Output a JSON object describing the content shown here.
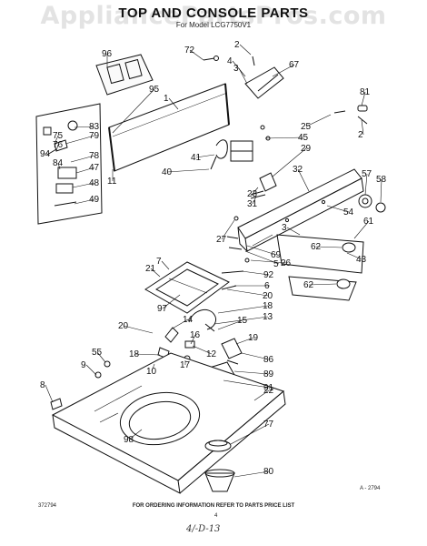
{
  "header": {
    "watermark": "AppliancePartsPros.com",
    "title": "TOP AND CONSOLE PARTS",
    "subtitle": "For Model LCG7750V1"
  },
  "footer": {
    "left_code": "372794",
    "ordering_note": "FOR ORDERING INFORMATION REFER TO PARTS PRICE LIST",
    "page_number": "4",
    "figure_code": "A - 2794",
    "handwritten_note": "4/-D-13"
  },
  "callouts": [
    {
      "id": "96",
      "label": "96"
    },
    {
      "id": "72",
      "label": "72"
    },
    {
      "id": "2a",
      "label": "2"
    },
    {
      "id": "4",
      "label": "4"
    },
    {
      "id": "3a",
      "label": "3"
    },
    {
      "id": "67",
      "label": "67"
    },
    {
      "id": "95",
      "label": "95"
    },
    {
      "id": "1",
      "label": "1"
    },
    {
      "id": "81",
      "label": "81"
    },
    {
      "id": "25",
      "label": "25"
    },
    {
      "id": "45",
      "label": "45"
    },
    {
      "id": "2b",
      "label": "2"
    },
    {
      "id": "29",
      "label": "29"
    },
    {
      "id": "83",
      "label": "83"
    },
    {
      "id": "75",
      "label": "75"
    },
    {
      "id": "79",
      "label": "79"
    },
    {
      "id": "76",
      "label": "76"
    },
    {
      "id": "94",
      "label": "94"
    },
    {
      "id": "84",
      "label": "84"
    },
    {
      "id": "78",
      "label": "78"
    },
    {
      "id": "47",
      "label": "47"
    },
    {
      "id": "48",
      "label": "48"
    },
    {
      "id": "49",
      "label": "49"
    },
    {
      "id": "11",
      "label": "11"
    },
    {
      "id": "41",
      "label": "41"
    },
    {
      "id": "40",
      "label": "40"
    },
    {
      "id": "32",
      "label": "32"
    },
    {
      "id": "57",
      "label": "57"
    },
    {
      "id": "58",
      "label": "58"
    },
    {
      "id": "23",
      "label": "23"
    },
    {
      "id": "31",
      "label": "31"
    },
    {
      "id": "54",
      "label": "54"
    },
    {
      "id": "3b",
      "label": "3"
    },
    {
      "id": "61",
      "label": "61"
    },
    {
      "id": "27",
      "label": "27"
    },
    {
      "id": "69",
      "label": "69"
    },
    {
      "id": "5",
      "label": "5"
    },
    {
      "id": "26",
      "label": "26"
    },
    {
      "id": "62a",
      "label": "62"
    },
    {
      "id": "43",
      "label": "43"
    },
    {
      "id": "7",
      "label": "7"
    },
    {
      "id": "21",
      "label": "21"
    },
    {
      "id": "92",
      "label": "92"
    },
    {
      "id": "6",
      "label": "6"
    },
    {
      "id": "20a",
      "label": "20"
    },
    {
      "id": "62b",
      "label": "62"
    },
    {
      "id": "97",
      "label": "97"
    },
    {
      "id": "18a",
      "label": "18"
    },
    {
      "id": "13",
      "label": "13"
    },
    {
      "id": "14",
      "label": "14"
    },
    {
      "id": "20b",
      "label": "20"
    },
    {
      "id": "16",
      "label": "16"
    },
    {
      "id": "15",
      "label": "15"
    },
    {
      "id": "19",
      "label": "19"
    },
    {
      "id": "55",
      "label": "55"
    },
    {
      "id": "18b",
      "label": "18"
    },
    {
      "id": "12",
      "label": "12"
    },
    {
      "id": "86",
      "label": "86"
    },
    {
      "id": "17",
      "label": "17"
    },
    {
      "id": "9",
      "label": "9"
    },
    {
      "id": "89",
      "label": "89"
    },
    {
      "id": "10",
      "label": "10"
    },
    {
      "id": "91",
      "label": "91"
    },
    {
      "id": "8",
      "label": "8"
    },
    {
      "id": "22",
      "label": "22"
    },
    {
      "id": "77",
      "label": "77"
    },
    {
      "id": "98",
      "label": "98"
    },
    {
      "id": "80",
      "label": "80"
    }
  ]
}
